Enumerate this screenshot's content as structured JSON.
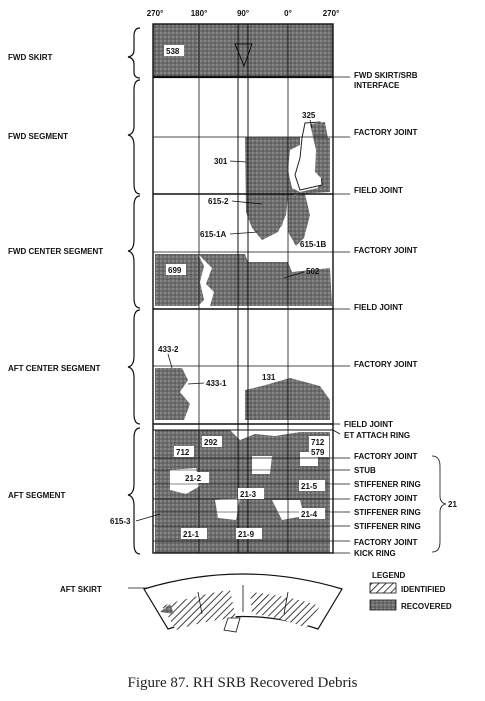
{
  "degrees": [
    "270°",
    "180°",
    "90°",
    "0°",
    "270°"
  ],
  "segments": {
    "fwd_skirt": "FWD SKIRT",
    "fwd_segment": "FWD SEGMENT",
    "fwd_center": "FWD CENTER SEGMENT",
    "aft_center": "AFT CENTER SEGMENT",
    "aft_segment": "AFT SEGMENT",
    "aft_skirt": "AFT SKIRT"
  },
  "joints": {
    "fwd_skirt_interface_1": "FWD SKIRT/SRB",
    "fwd_skirt_interface_2": "INTERFACE",
    "factory_joint_1": "FACTORY JOINT",
    "field_joint_1": "FIELD JOINT",
    "factory_joint_2": "FACTORY JOINT",
    "field_joint_2": "FIELD JOINT",
    "factory_joint_3": "FACTORY JOINT",
    "field_joint_3": "FIELD JOINT",
    "et_attach_ring": "ET ATTACH RING",
    "factory_joint_4": "FACTORY JOINT",
    "stub": "STUB",
    "stiffener_ring_1": "STIFFENER RING",
    "factory_joint_5": "FACTORY JOINT",
    "stiffener_ring_2": "STIFFENER RING",
    "stiffener_ring_3": "STIFFENER RING",
    "factory_joint_6": "FACTORY JOINT",
    "kick_ring": "KICK RING",
    "group_number": "21"
  },
  "pieces": {
    "p538": "538",
    "p325": "325",
    "p301": "301",
    "p615_2": "615-2",
    "p615_1a": "615-1A",
    "p615_1b": "615-1B",
    "p699": "699",
    "p502": "502",
    "p433_2": "433-2",
    "p433_1": "433-1",
    "p131": "131",
    "p292": "292",
    "p712a": "712",
    "p712b": "712",
    "p579": "579",
    "p21_2": "21-2",
    "p21_3": "21-3",
    "p21_5": "21-5",
    "p21_4": "21-4",
    "p615_3": "615-3",
    "p21_1": "21-1",
    "p21_9": "21-9"
  },
  "legend": {
    "title": "LEGEND",
    "identified": "IDENTIFIED",
    "recovered": "RECOVERED"
  },
  "caption": "Figure 87. RH SRB Recovered Debris"
}
